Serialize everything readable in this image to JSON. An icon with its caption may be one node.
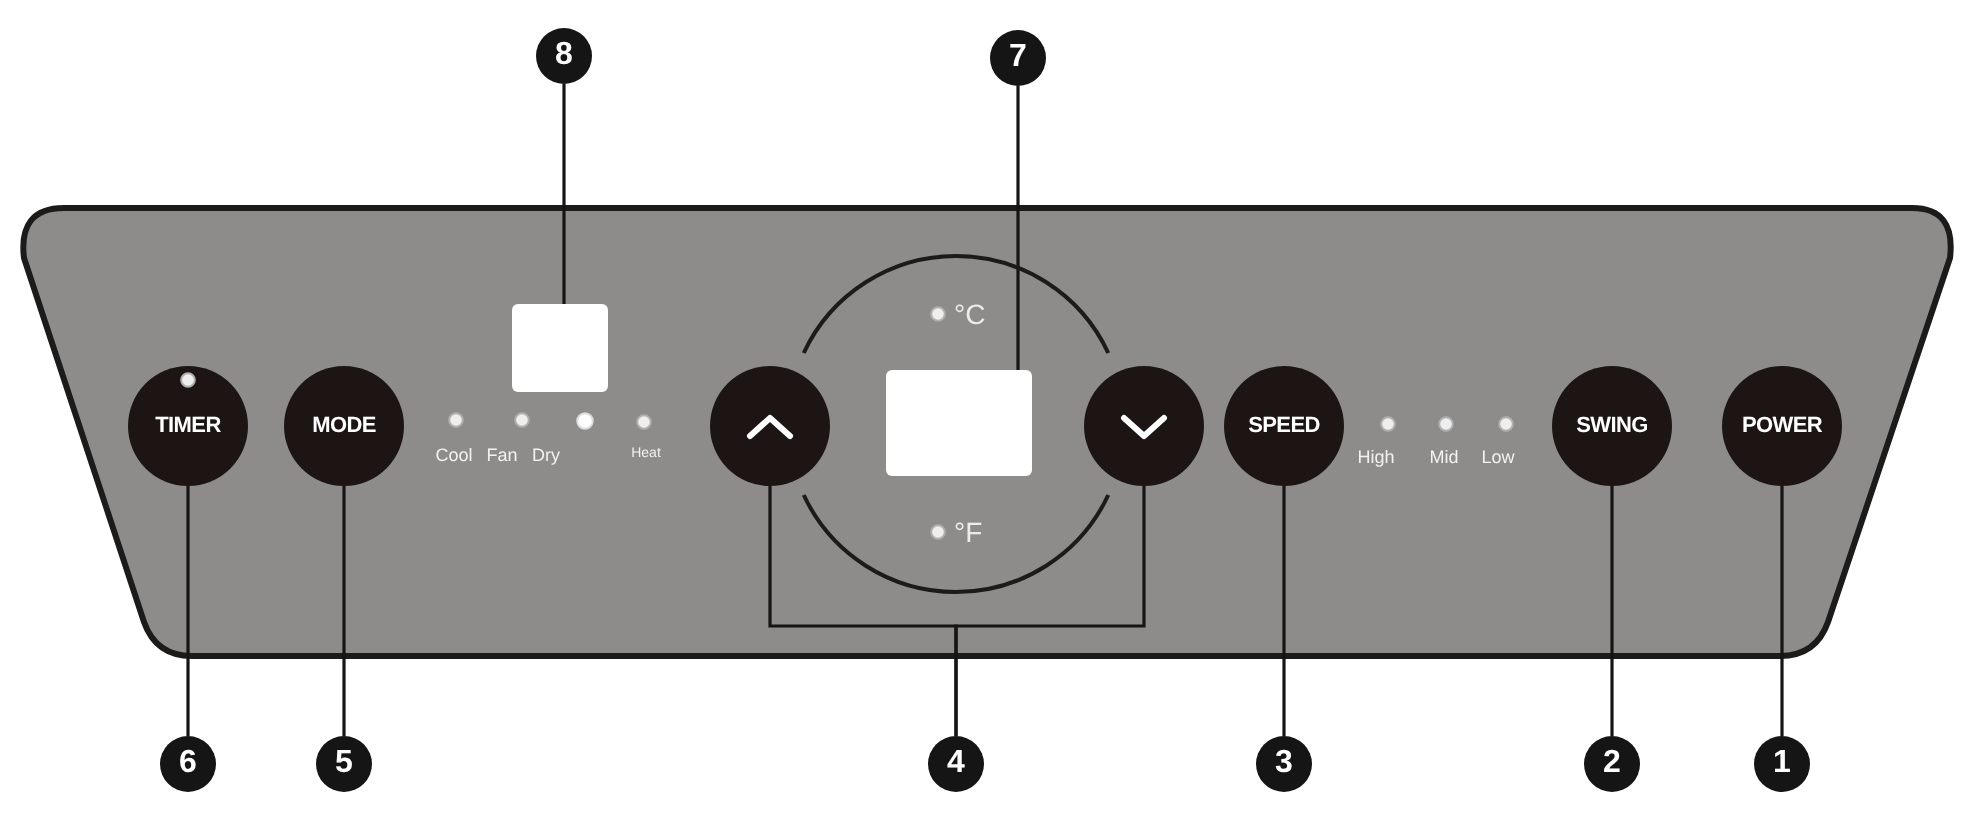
{
  "diagram": {
    "nodes": [
      {
        "text": [
          "8"
        ]
      },
      {
        "text": [
          "7"
        ]
      },
      {
        "text": [],
        "shape": "trapezoid"
      },
      {
        "text": [],
        "shape": "box",
        "in": 2
      },
      {
        "text": [
          "TIMER"
        ],
        "in": 2
      },
      {
        "text": [
          "MODE"
        ],
        "in": 2
      },
      {
        "text": [],
        "shape": "circle",
        "in": 2
      },
      {
        "text": [
          "°C",
          "°F"
        ],
        "in": 2
      },
      {
        "text": [],
        "shape": "box",
        "in": 7
      },
      {
        "text": [],
        "shape": "circle",
        "in": 2
      },
      {
        "text": [
          "SPEED"
        ],
        "in": 2
      },
      {
        "text": [
          "SWING"
        ],
        "in": 2
      },
      {
        "text": [
          "POWER"
        ],
        "in": 2
      },
      {
        "text": [
          "6"
        ]
      },
      {
        "text": [
          "5"
        ]
      },
      {
        "text": [
          "4"
        ]
      },
      {
        "text": [
          "3"
        ]
      },
      {
        "text": [
          "2"
        ]
      },
      {
        "text": [
          "1"
        ]
      }
    ],
    "edges": [
      {
        "from": 0,
        "to": 3,
        "arrow": "none"
      },
      {
        "from": 1,
        "to": 8,
        "arrow": "none"
      },
      {
        "from": 13,
        "to": 4,
        "arrow": "none"
      },
      {
        "from": 14,
        "to": 5,
        "arrow": "none"
      },
      {
        "from": 15,
        "to": 6,
        "arrow": "none"
      },
      {
        "from": 15,
        "to": 9,
        "arrow": "none"
      },
      {
        "from": 16,
        "to": 10,
        "arrow": "none"
      },
      {
        "from": 17,
        "to": 11,
        "arrow": "none"
      },
      {
        "from": 18,
        "to": 12,
        "arrow": "none"
      }
    ],
    "labels": [
      "Cool",
      "Fan",
      "Dry",
      "Heat",
      "High",
      "Mid",
      "Low"
    ]
  }
}
